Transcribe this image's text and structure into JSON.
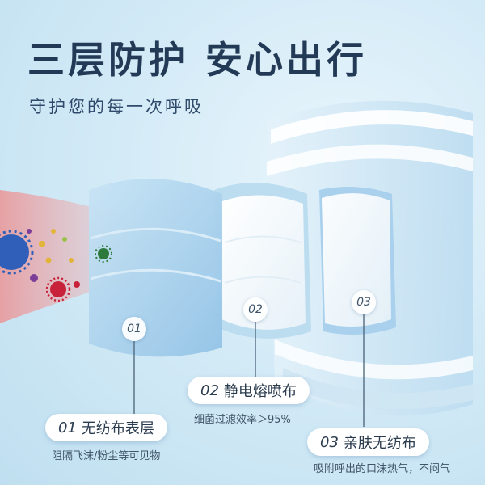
{
  "headline": "三层防护 安心出行",
  "subline": "守护您的每一次呼吸",
  "layers": [
    {
      "number": "01",
      "title": "无纺布表层",
      "desc": "阻隔飞沫/粉尘等可见物"
    },
    {
      "number": "02",
      "title": "静电熔喷布",
      "desc": "细菌过滤效率＞95%"
    },
    {
      "number": "03",
      "title": "亲肤无纺布",
      "desc": "吸附呼出的口沫热气，不闷气"
    }
  ],
  "colors": {
    "headline": "#233a56",
    "mask_blue": "#a8d1ec",
    "mask_white": "#f7fbfe",
    "virus_blue": "#2f5fb8",
    "virus_red": "#c8223a",
    "virus_green": "#2d7a3c"
  }
}
